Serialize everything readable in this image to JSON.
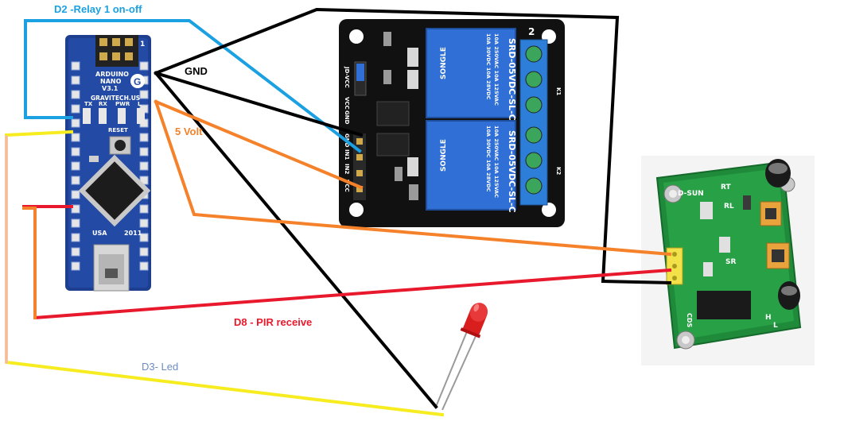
{
  "labels": {
    "relay_wire": "D2 -Relay 1 on-off",
    "ground": "GND",
    "power": "5 Volt",
    "pir_wire": "D8 - PIR receive",
    "led_wire": "D3- Led"
  },
  "colors": {
    "relay_wire": "#1ba1e2",
    "ground": "#000000",
    "power": "#f5822a",
    "pir_wire": "#e8192c",
    "led_wire": "#f6ec1f",
    "pink_wire": "#f6b2c8",
    "d3_label": "#6b8cc0",
    "d8_label": "#e8192c"
  },
  "arduino": {
    "name": "Arduino Nano",
    "brand_lines": [
      "ARDUINO",
      "NANO",
      "V3.1"
    ],
    "maker": "GRAVITECH.US",
    "footer": [
      "USA",
      "2011"
    ],
    "led_labels": [
      "TX",
      "RX",
      "PWR",
      "L"
    ],
    "reset_label": "RESET",
    "icsp_number": "1"
  },
  "relay": {
    "name": "2-channel relay module",
    "model_text": "SRD-05VDC-SL-C",
    "rating_lines": [
      "10A 250VAC  10A 125VAC",
      "10A 30VDC  10A 28VDC"
    ],
    "brand": "SONGLE",
    "pin_labels": [
      "JD-VCC",
      "VCC",
      "GND"
    ],
    "input_labels": [
      "GND",
      "IN1",
      "IN2",
      "VCC"
    ],
    "side_labels": [
      "K1",
      "K2"
    ],
    "top_number": "2"
  },
  "pir": {
    "name": "PIR motion sensor",
    "labels": [
      "D-SUN",
      "RT",
      "RL",
      "SR",
      "H",
      "L",
      "CDS"
    ]
  },
  "led": {
    "name": "Red LED"
  }
}
